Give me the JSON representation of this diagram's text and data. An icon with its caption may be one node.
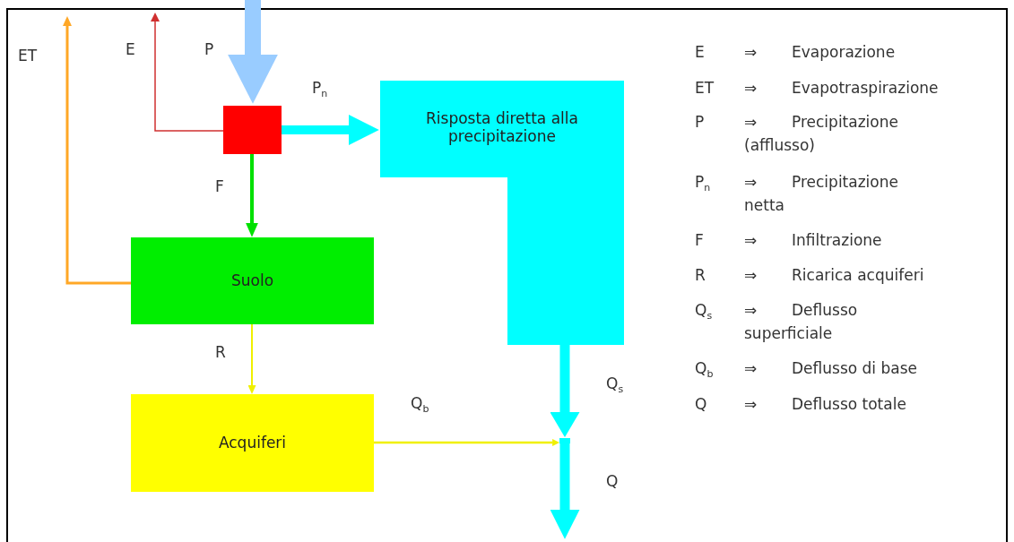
{
  "diagram": {
    "nodes": [
      {
        "text": [],
        "shape": "box"
      },
      {
        "text": [
          "Risposta diretta alla precipitazione"
        ]
      },
      {
        "text": [
          "Suolo"
        ]
      },
      {
        "text": [
          "Acquiferi"
        ]
      },
      {
        "text": [],
        "shape": "point"
      }
    ],
    "edges": [
      {
        "from": null,
        "to": 0,
        "arrow": "to",
        "label": "P",
        "style": "thick",
        "color": "#99ccff"
      },
      {
        "from": 0,
        "to": null,
        "arrow": "to",
        "label": "E",
        "color": "#d03030"
      },
      {
        "from": 2,
        "to": null,
        "arrow": "to",
        "label": "ET",
        "color": "#ffa726"
      },
      {
        "from": 0,
        "to": 1,
        "arrow": "to",
        "label": "P$_{n}$",
        "style": "thick",
        "color": "#00ffff"
      },
      {
        "from": 0,
        "to": 2,
        "arrow": "to",
        "label": "F",
        "color": "#00e000"
      },
      {
        "from": 2,
        "to": 3,
        "arrow": "to",
        "label": "R",
        "color": "#f0f000"
      },
      {
        "from": 1,
        "to": 4,
        "arrow": "to",
        "label": "Q$_{s}$",
        "style": "thick",
        "color": "#00ffff"
      },
      {
        "from": 3,
        "to": 4,
        "arrow": "to",
        "label": "Q$_{b}$",
        "color": "#f0f000"
      },
      {
        "from": 4,
        "to": null,
        "arrow": "to",
        "label": "Q",
        "style": "thick",
        "color": "#00ffff"
      }
    ],
    "labels": [
      "E",
      "⇒",
      "Evaporazione",
      "ET",
      "⇒",
      "Evapotraspirazione",
      "P",
      "⇒",
      "Precipitazione (afflusso)",
      "P$_{n}$",
      "⇒",
      "Precipitazione netta",
      "F",
      "⇒",
      "Infiltrazione",
      "R",
      "⇒",
      "Ricarica acquiferi",
      "Q$_{s}$",
      "⇒",
      "Deflusso superficiale",
      "Q$_{b}$",
      "⇒",
      "Deflusso di base",
      "Q",
      "⇒",
      "Deflusso totale"
    ]
  }
}
